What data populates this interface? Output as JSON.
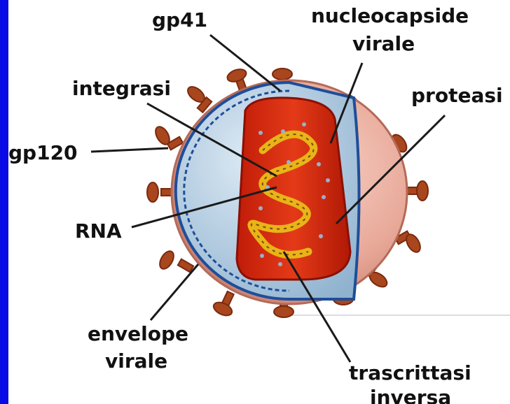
{
  "labels": {
    "gp41": "gp41",
    "nucleocapside_1": "nucleocapside",
    "nucleocapside_2": "virale",
    "integrasi": "integrasi",
    "proteasi": "proteasi",
    "gp120": "gp120",
    "rna": "RNA",
    "envelope_1": "envelope",
    "envelope_2": "virale",
    "trascrittasi_1": "trascrittasi",
    "trascrittasi_2": "inversa"
  },
  "colors": {
    "frame": "#0a0ae6",
    "background": "#ffffff",
    "envelope_outer": "#e8a898",
    "matrix_blue": "#a8c8e0",
    "capsid_red": "#d42a10",
    "rna_yellow": "#f0c020",
    "spike_brown": "#a04020"
  }
}
